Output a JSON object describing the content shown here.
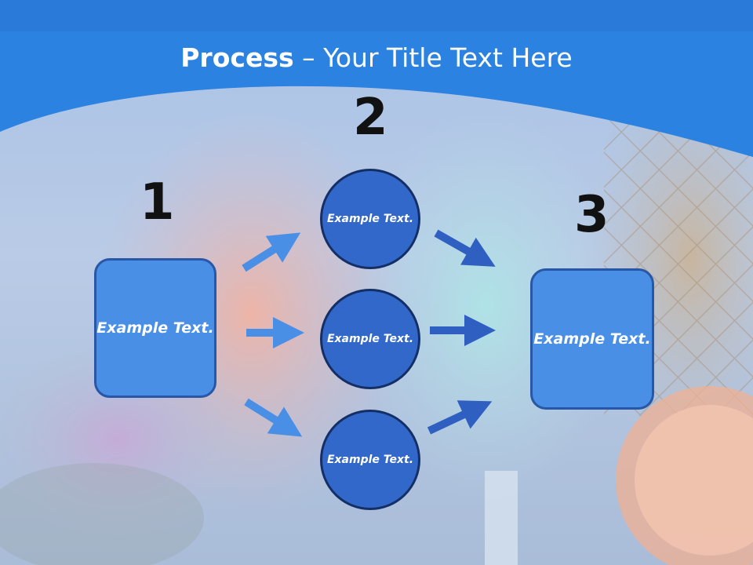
{
  "title": {
    "bold": "Process",
    "rest": " – Your Title Text Here"
  },
  "steps": [
    {
      "number": "1",
      "text": "Example Text."
    },
    {
      "number": "2",
      "texts": [
        "Example Text.",
        "Example Text.",
        "Example Text."
      ]
    },
    {
      "number": "3",
      "text": "Example Text."
    }
  ],
  "colors": {
    "header": "#2b82e0",
    "box_fill": "#4a8fe6",
    "circle_fill": "#3268c9",
    "arrow_light": "#4a8fe6",
    "arrow_dark": "#2f5fc0"
  }
}
